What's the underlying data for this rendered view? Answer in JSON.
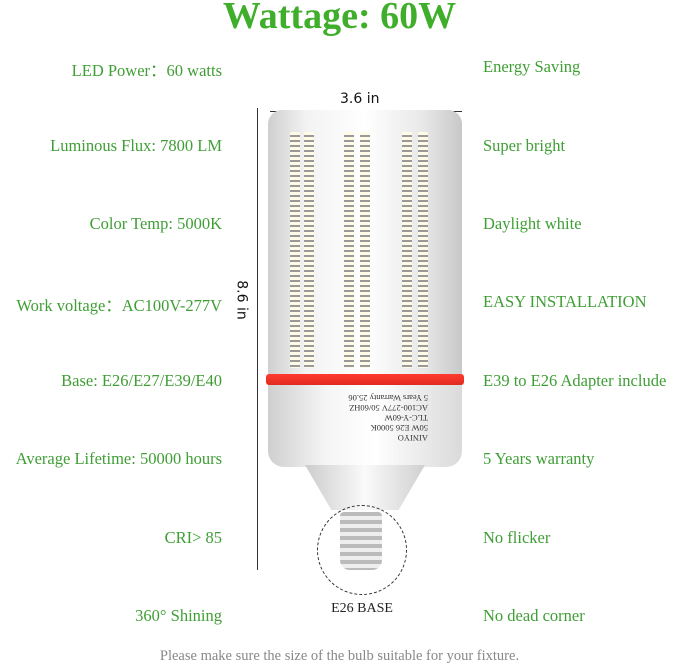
{
  "title": "Wattage: 60W",
  "left_features": [
    "LED Power：60 watts",
    "Luminous Flux: 7800 LM",
    "Color Temp: 5000K",
    "Work voltage：AC100V-277V",
    "Base: E26/E27/E39/E40",
    "Average Lifetime: 50000 hours",
    "CRI> 85",
    "360° Shining"
  ],
  "right_features": [
    "Energy Saving",
    "Super bright",
    "Daylight white",
    "EASY INSTALLATION",
    "E39 to E26 Adapter include",
    "5 Years warranty",
    "No flicker",
    "No dead corner"
  ],
  "dimensions": {
    "width": "3.6 in",
    "height": "8.6 in"
  },
  "base_label": "E26 BASE",
  "bulb_label": [
    "AINIYO",
    "50W E26 5000K",
    "TLC-Y-60W",
    "AC100-277V 50/60HZ",
    "5 Years Warranty 25.06"
  ],
  "footer": "Please make sure the size of the bulb suitable for your fixture.",
  "colors": {
    "title": "#3fae2a",
    "feature_text": "#3f9e35",
    "band": "#ff3b2f"
  }
}
